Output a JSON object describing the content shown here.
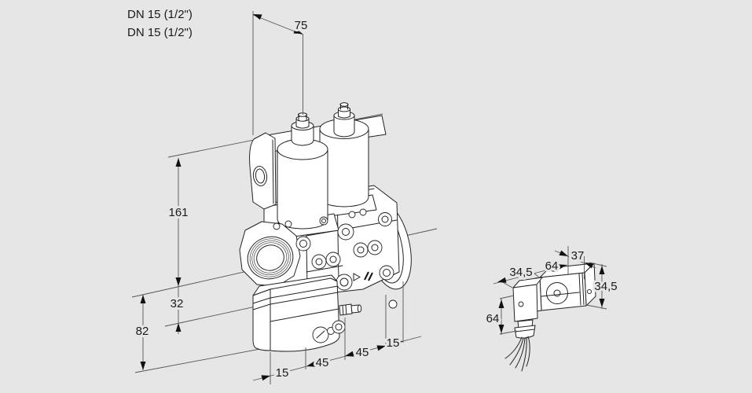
{
  "drawing_title": "valve-dimension-drawing",
  "colors": {
    "background": "#e6e6e6",
    "line": "#222222",
    "dimension_line": "#555555",
    "text": "#1a1a1a"
  },
  "labels": {
    "port_top": "DN 15 (1/2\")",
    "port_bottom": "DN 15 (1/2\")"
  },
  "dimensions": {
    "main": {
      "width_top": "75",
      "height_axis": "161",
      "axis_to_base": "32",
      "axis_to_bottom": "82",
      "offset_left": "15",
      "valve1_length": "45",
      "valve2_length": "45",
      "offset_right": "15"
    },
    "detail": {
      "connector_width": "34,5",
      "body_length": "64",
      "body_depth": "37",
      "body_height": "34,5",
      "connector_height": "64"
    }
  }
}
